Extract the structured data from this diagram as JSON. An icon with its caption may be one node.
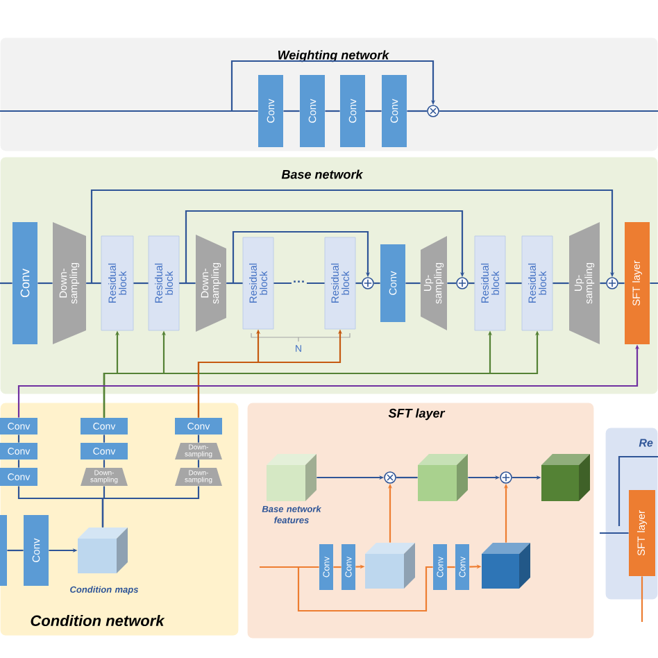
{
  "diagram": {
    "nodes": [
      {
        "text": [
          "Weighting network"
        ]
      },
      {
        "text": [
          "Conv"
        ],
        "in": 0
      },
      {
        "text": [
          "Conv"
        ],
        "in": 0
      },
      {
        "text": [
          "Conv"
        ],
        "in": 0
      },
      {
        "text": [
          "Conv"
        ],
        "in": 0
      },
      {
        "text": [],
        "shape": "circle",
        "in": 0
      },
      {
        "text": [
          "Base network"
        ]
      },
      {
        "text": [
          "Conv"
        ],
        "in": 6
      },
      {
        "text": [
          "Down-sampling"
        ],
        "in": 6
      },
      {
        "text": [
          "Residual block"
        ],
        "in": 6
      },
      {
        "text": [
          "Residual block"
        ],
        "in": 6
      },
      {
        "text": [
          "Down-sampling"
        ],
        "in": 6
      },
      {
        "text": [
          "Residual block"
        ],
        "in": 6
      },
      {
        "text": [
          "Residual block"
        ],
        "in": 6
      },
      {
        "text": [],
        "shape": "circle",
        "in": 6
      },
      {
        "text": [
          "Conv"
        ],
        "in": 6
      },
      {
        "text": [
          "Up-sampling"
        ],
        "in": 6
      },
      {
        "text": [],
        "shape": "circle",
        "in": 6
      },
      {
        "text": [
          "Residual block"
        ],
        "in": 6
      },
      {
        "text": [
          "Residual block"
        ],
        "in": 6
      },
      {
        "text": [
          "Up-sampling"
        ],
        "in": 6
      },
      {
        "text": [],
        "shape": "circle",
        "in": 6
      },
      {
        "text": [
          "SFT layer"
        ],
        "in": 6
      },
      {
        "text": [
          "Condition network"
        ]
      },
      {
        "text": [
          "Conv"
        ],
        "in": 23
      },
      {
        "text": [
          "Conv"
        ],
        "in": 23
      },
      {
        "text": [
          "Conv"
        ],
        "in": 23
      },
      {
        "text": [
          "Conv"
        ],
        "in": 23
      },
      {
        "text": [
          "Conv"
        ],
        "in": 23
      },
      {
        "text": [
          "Down-sampling"
        ],
        "in": 23
      },
      {
        "text": [
          "Conv"
        ],
        "in": 23
      },
      {
        "text": [
          "Down-sampling"
        ],
        "in": 23
      },
      {
        "text": [
          "Down-sampling"
        ],
        "in": 23
      },
      {
        "text": [],
        "shape": "box",
        "in": 23
      },
      {
        "text": [
          "Conv"
        ],
        "in": 23
      },
      {
        "text": [],
        "shape": "cube",
        "beside": [
          "Condition maps"
        ],
        "in": 23
      },
      {
        "text": [
          "SFT layer"
        ]
      },
      {
        "text": [],
        "shape": "cube",
        "beside": [
          "Base network features"
        ],
        "in": 36
      },
      {
        "text": [],
        "shape": "circle",
        "in": 36
      },
      {
        "text": [],
        "shape": "cube",
        "in": 36
      },
      {
        "text": [],
        "shape": "circle",
        "in": 36
      },
      {
        "text": [],
        "shape": "cube",
        "in": 36
      },
      {
        "text": [
          "Conv"
        ],
        "in": 36
      },
      {
        "text": [
          "Conv"
        ],
        "in": 36
      },
      {
        "text": [
          "Conv"
        ],
        "in": 36
      },
      {
        "text": [
          "Conv"
        ],
        "in": 36
      },
      {
        "text": [],
        "shape": "cube",
        "in": 36
      },
      {
        "text": [],
        "shape": "cube",
        "in": 36
      },
      {
        "text": [
          "Re"
        ]
      },
      {
        "text": [
          "SFT layer"
        ],
        "in": 48
      }
    ],
    "edges": [
      {
        "from": null,
        "to": 1,
        "arrow": "none"
      },
      {
        "from": 1,
        "to": 2,
        "arrow": "none"
      },
      {
        "from": 2,
        "to": 3,
        "arrow": "none"
      },
      {
        "from": 3,
        "to": 4,
        "arrow": "none"
      },
      {
        "from": 4,
        "to": 5,
        "arrow": "none"
      },
      {
        "from": null,
        "to": 5,
        "arrow": "to"
      },
      {
        "from": 5,
        "to": null,
        "arrow": "none"
      },
      {
        "from": null,
        "to": 7,
        "arrow": "none"
      },
      {
        "from": 7,
        "to": 8,
        "arrow": "none"
      },
      {
        "from": 8,
        "to": 9,
        "arrow": "none"
      },
      {
        "from": 9,
        "to": 10,
        "arrow": "none"
      },
      {
        "from": 10,
        "to": 11,
        "arrow": "none"
      },
      {
        "from": 11,
        "to": 12,
        "arrow": "none"
      },
      {
        "from": 12,
        "to": 13,
        "arrow": "none",
        "label": "···"
      },
      {
        "from": 13,
        "to": 14,
        "arrow": "none"
      },
      {
        "from": 14,
        "to": 15,
        "arrow": "none"
      },
      {
        "from": 15,
        "to": 16,
        "arrow": "none"
      },
      {
        "from": 16,
        "to": 17,
        "arrow": "none"
      },
      {
        "from": 17,
        "to": 18,
        "arrow": "none"
      },
      {
        "from": 18,
        "to": 19,
        "arrow": "none"
      },
      {
        "from": 19,
        "to": 20,
        "arrow": "none"
      },
      {
        "from": 20,
        "to": 21,
        "arrow": "none"
      },
      {
        "from": 21,
        "to": 22,
        "arrow": "none"
      },
      {
        "from": 22,
        "to": null,
        "arrow": "none"
      },
      {
        "from": 8,
        "to": 21,
        "arrow": "to"
      },
      {
        "from": 10,
        "to": 17,
        "arrow": "to"
      },
      {
        "from": 11,
        "to": 14,
        "arrow": "to"
      },
      {
        "from": 27,
        "to": 9,
        "arrow": "to",
        "color": "#548235"
      },
      {
        "from": 27,
        "to": 10,
        "arrow": "to",
        "color": "#548235"
      },
      {
        "from": 27,
        "to": 18,
        "arrow": "to",
        "color": "#548235"
      },
      {
        "from": 27,
        "to": 19,
        "arrow": "to",
        "color": "#548235"
      },
      {
        "from": 30,
        "to": 12,
        "arrow": "to",
        "color": "#c55a11"
      },
      {
        "from": 30,
        "to": 13,
        "arrow": "to",
        "color": "#c55a11"
      },
      {
        "from": 24,
        "to": 22,
        "arrow": "to",
        "color": "#7030a0"
      },
      {
        "from": 24,
        "to": 25,
        "arrow": "none"
      },
      {
        "from": 25,
        "to": 26,
        "arrow": "none"
      },
      {
        "from": 27,
        "to": 28,
        "arrow": "none"
      },
      {
        "from": 28,
        "to": 29,
        "arrow": "none"
      },
      {
        "from": 30,
        "to": 31,
        "arrow": "none"
      },
      {
        "from": 31,
        "to": 32,
        "arrow": "none"
      },
      {
        "from": 26,
        "to": 35,
        "arrow": "none"
      },
      {
        "from": 29,
        "to": 35,
        "arrow": "none"
      },
      {
        "from": 32,
        "to": 35,
        "arrow": "none"
      },
      {
        "from": 33,
        "to": 34,
        "arrow": "none"
      },
      {
        "from": 34,
        "to": 35,
        "arrow": "to"
      },
      {
        "from": 37,
        "to": 38,
        "arrow": "to"
      },
      {
        "from": 38,
        "to": 39,
        "arrow": "none"
      },
      {
        "from": 39,
        "to": 40,
        "arrow": "to"
      },
      {
        "from": 40,
        "to": 41,
        "arrow": "to"
      },
      {
        "from": null,
        "to": 42,
        "arrow": "none",
        "color": "#ed7d31"
      },
      {
        "from": null,
        "to": 44,
        "arrow": "none",
        "color": "#ed7d31"
      },
      {
        "from": 42,
        "to": 43,
        "arrow": "none",
        "color": "#ed7d31"
      },
      {
        "from": 43,
        "to": 46,
        "arrow": "to",
        "color": "#ed7d31"
      },
      {
        "from": 44,
        "to": 45,
        "arrow": "none",
        "color": "#ed7d31"
      },
      {
        "from": 45,
        "to": 47,
        "arrow": "to",
        "color": "#ed7d31"
      },
      {
        "from": 46,
        "to": 38,
        "arrow": "to",
        "color": "#ed7d31"
      },
      {
        "from": 47,
        "to": 40,
        "arrow": "to",
        "color": "#ed7d31"
      },
      {
        "from": null,
        "to": 49,
        "arrow": "none"
      },
      {
        "from": 49,
        "to": null,
        "arrow": "none",
        "color": "#ed7d31"
      }
    ],
    "labels": [
      "N"
    ]
  }
}
